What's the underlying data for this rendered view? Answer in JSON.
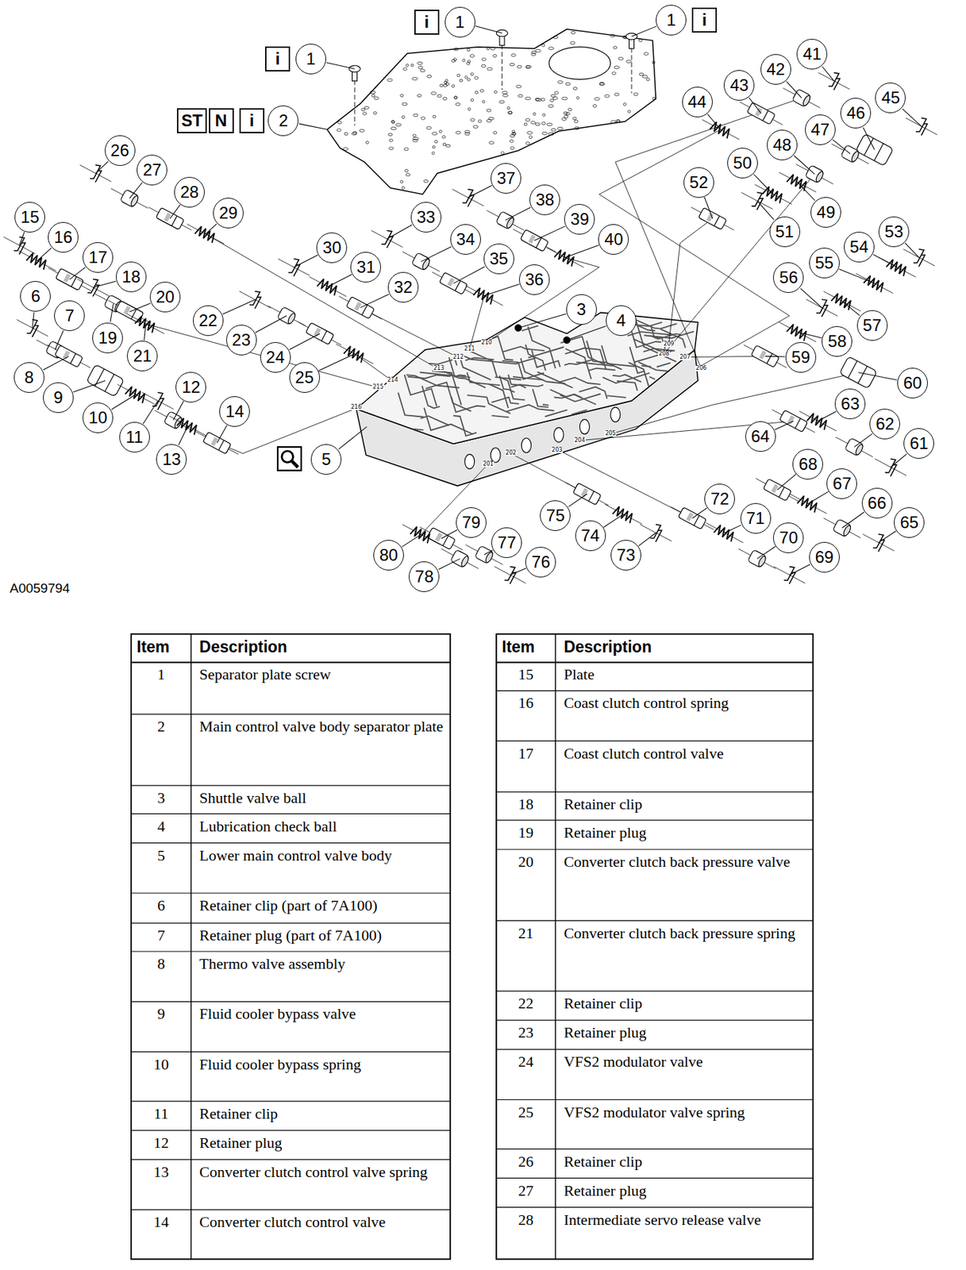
{
  "diagram": {
    "nodes": [
      {
        "text": [
          "i"
        ]
      },
      {
        "text": [
          "1"
        ]
      },
      {
        "text": [
          "1"
        ]
      },
      {
        "text": [
          "i"
        ]
      },
      {
        "text": [
          "i"
        ]
      },
      {
        "text": [
          "1"
        ]
      },
      {
        "text": [
          "ST"
        ]
      },
      {
        "text": [
          "N"
        ]
      },
      {
        "text": [
          "i"
        ]
      },
      {
        "text": [
          "2"
        ]
      },
      {
        "text": [
          "3"
        ]
      },
      {
        "text": [
          "4"
        ]
      },
      {
        "text": [
          "5"
        ]
      },
      {
        "text": [
          "6"
        ]
      },
      {
        "text": [
          "7"
        ]
      },
      {
        "text": [
          "8"
        ]
      },
      {
        "text": [
          "9"
        ]
      },
      {
        "text": [
          "10"
        ]
      },
      {
        "text": [
          "11"
        ]
      },
      {
        "text": [
          "12"
        ]
      },
      {
        "text": [
          "13"
        ]
      },
      {
        "text": [
          "14"
        ]
      },
      {
        "text": [
          "15"
        ]
      },
      {
        "text": [
          "16"
        ]
      },
      {
        "text": [
          "17"
        ]
      },
      {
        "text": [
          "18"
        ]
      },
      {
        "text": [
          "19"
        ]
      },
      {
        "text": [
          "20"
        ]
      },
      {
        "text": [
          "21"
        ]
      },
      {
        "text": [
          "22"
        ]
      },
      {
        "text": [
          "23"
        ]
      },
      {
        "text": [
          "24"
        ]
      },
      {
        "text": [
          "25"
        ]
      },
      {
        "text": [
          "26"
        ]
      },
      {
        "text": [
          "27"
        ]
      },
      {
        "text": [
          "28"
        ]
      },
      {
        "text": [
          "29"
        ]
      },
      {
        "text": [
          "30"
        ]
      },
      {
        "text": [
          "31"
        ]
      },
      {
        "text": [
          "32"
        ]
      },
      {
        "text": [
          "33"
        ]
      },
      {
        "text": [
          "34"
        ]
      },
      {
        "text": [
          "35"
        ]
      },
      {
        "text": [
          "36"
        ]
      },
      {
        "text": [
          "37"
        ]
      },
      {
        "text": [
          "38"
        ]
      },
      {
        "text": [
          "39"
        ]
      },
      {
        "text": [
          "40"
        ]
      },
      {
        "text": [
          "41"
        ]
      },
      {
        "text": [
          "42"
        ]
      },
      {
        "text": [
          "43"
        ]
      },
      {
        "text": [
          "44"
        ]
      },
      {
        "text": [
          "45"
        ]
      },
      {
        "text": [
          "46"
        ]
      },
      {
        "text": [
          "47"
        ]
      },
      {
        "text": [
          "48"
        ]
      },
      {
        "text": [
          "49"
        ]
      },
      {
        "text": [
          "50"
        ]
      },
      {
        "text": [
          "51"
        ]
      },
      {
        "text": [
          "52"
        ]
      },
      {
        "text": [
          "53"
        ]
      },
      {
        "text": [
          "54"
        ]
      },
      {
        "text": [
          "55"
        ]
      },
      {
        "text": [
          "56"
        ]
      },
      {
        "text": [
          "57"
        ]
      },
      {
        "text": [
          "58"
        ]
      },
      {
        "text": [
          "59"
        ]
      },
      {
        "text": [
          "60"
        ]
      },
      {
        "text": [
          "61"
        ]
      },
      {
        "text": [
          "62"
        ]
      },
      {
        "text": [
          "63"
        ]
      },
      {
        "text": [
          "64"
        ]
      },
      {
        "text": [
          "65"
        ]
      },
      {
        "text": [
          "66"
        ]
      },
      {
        "text": [
          "67"
        ]
      },
      {
        "text": [
          "68"
        ]
      },
      {
        "text": [
          "69"
        ]
      },
      {
        "text": [
          "70"
        ]
      },
      {
        "text": [
          "71"
        ]
      },
      {
        "text": [
          "72"
        ]
      },
      {
        "text": [
          "73"
        ]
      },
      {
        "text": [
          "74"
        ]
      },
      {
        "text": [
          "75"
        ]
      },
      {
        "text": [
          "76"
        ]
      },
      {
        "text": [
          "77"
        ]
      },
      {
        "text": [
          "78"
        ]
      },
      {
        "text": [
          "79"
        ]
      },
      {
        "text": [
          "80"
        ]
      }
    ],
    "labels": [
      "A0059794",
      "Item",
      "Description",
      "1",
      "Separator plate screw",
      "2",
      "Main control valve body separator plate",
      "3",
      "Shuttle valve ball",
      "4",
      "Lubrication check ball",
      "5",
      "Lower main control valve body",
      "6",
      "Retainer clip (part of 7A100)",
      "7",
      "Retainer plug (part of 7A100)",
      "8",
      "Thermo valve assembly",
      "9",
      "Fluid cooler bypass valve",
      "10",
      "Fluid cooler bypass spring",
      "11",
      "Retainer clip",
      "12",
      "Retainer plug",
      "13",
      "Converter clutch control valve spring",
      "14",
      "Converter clutch control valve",
      "Item",
      "Description",
      "15",
      "Plate",
      "16",
      "Coast clutch control spring",
      "17",
      "Coast clutch control valve",
      "18",
      "Retainer clip",
      "19",
      "Retainer plug",
      "20",
      "Converter clutch back pressure valve",
      "21",
      "Converter clutch back pressure spring",
      "22",
      "Retainer clip",
      "23",
      "Retainer plug",
      "24",
      "VFS2 modulator valve",
      "25",
      "VFS2 modulator valve spring",
      "26",
      "Retainer clip",
      "27",
      "Retainer plug",
      "28",
      "Intermediate servo release valve",
      "201",
      "202",
      "203",
      "204",
      "205",
      "206",
      "207",
      "208",
      "209",
      "210",
      "211",
      "212",
      "213",
      "214",
      "215",
      "216"
    ]
  }
}
